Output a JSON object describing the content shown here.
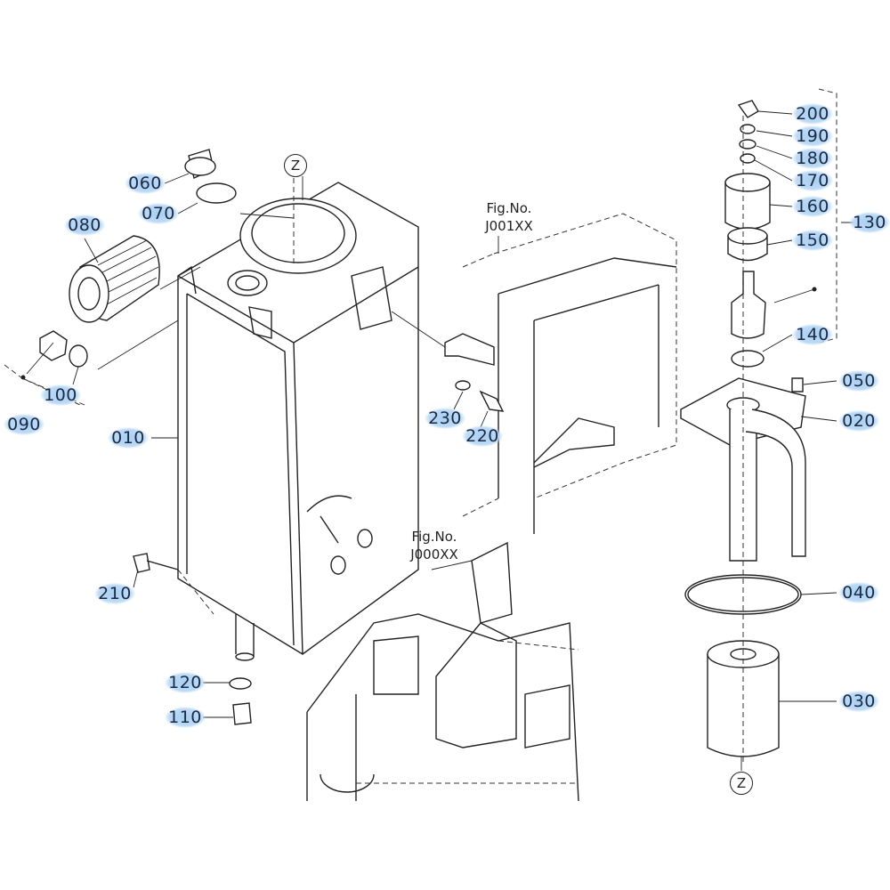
{
  "callouts": {
    "p060": "060",
    "p070": "070",
    "p080": "080",
    "p100": "100",
    "p090": "090",
    "p010": "010",
    "p210": "210",
    "p120": "120",
    "p110": "110",
    "p230": "230",
    "p220": "220",
    "p200": "200",
    "p190": "190",
    "p180": "180",
    "p170": "170",
    "p160": "160",
    "p150": "150",
    "p130": "130",
    "p140": "140",
    "p050": "050",
    "p020": "020",
    "p040": "040",
    "p030": "030"
  },
  "figure_refs": [
    {
      "line1": "Fig.No.",
      "line2": "J001XX"
    },
    {
      "line1": "Fig.No.",
      "line2": "J000XX"
    }
  ],
  "view_markers": {
    "top": "Z",
    "bottom": "Z"
  },
  "colors": {
    "highlight": "#bcdaf6",
    "text": "#1a2a44",
    "line": "#222222"
  }
}
